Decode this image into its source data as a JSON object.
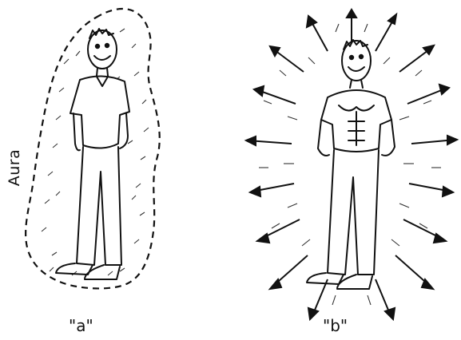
{
  "labels": {
    "aura": "Aura",
    "caption_a": "\"a\"",
    "caption_b": "\"b\""
  },
  "colors": {
    "ink": "#111111",
    "background": "#ffffff"
  },
  "icons": {
    "figure_a": "man-in-tshirt-with-dashed-aura",
    "figure_b": "muscular-man-with-radiating-arrow-aura"
  }
}
